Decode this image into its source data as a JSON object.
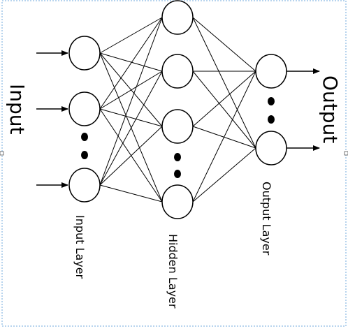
{
  "labels": {
    "input": "Input",
    "output": "Output",
    "input_layer": "Input Layer",
    "hidden_layer": "Hidden Layer",
    "output_layer": "Output Layer"
  },
  "colors": {
    "stroke": "#000000",
    "selection_border": "#6fa8dc",
    "background": "#ffffff"
  },
  "network": {
    "input_neurons_drawn": 3,
    "hidden_neurons_drawn": 4,
    "output_neurons_drawn": 2,
    "ellipsis_between_neurons": true
  }
}
